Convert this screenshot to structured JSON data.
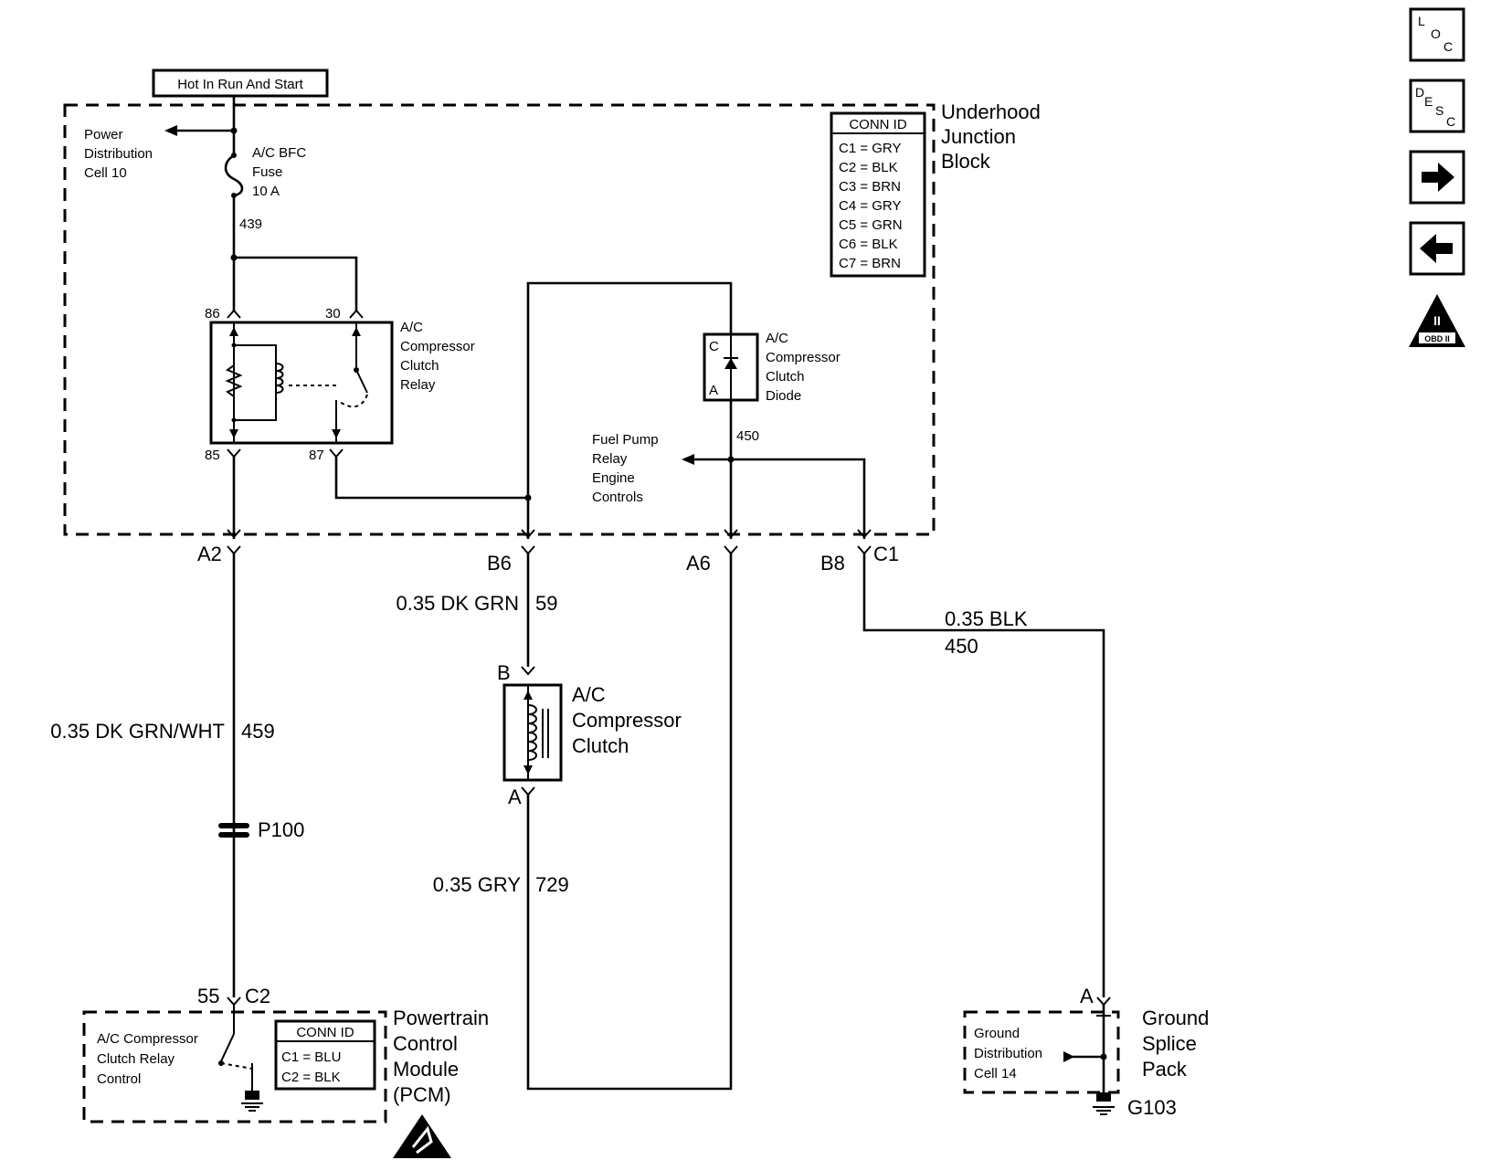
{
  "top_label": "Hot In Run And Start",
  "power_dist": [
    "Power",
    "Distribution",
    "Cell 10"
  ],
  "fuse": [
    "A/C BFC",
    "Fuse",
    "10 A"
  ],
  "circuits": {
    "c439": "439",
    "c450_top": "450"
  },
  "relay": {
    "name": [
      "A/C",
      "Compressor",
      "Clutch",
      "Relay"
    ],
    "pin86": "86",
    "pin30": "30",
    "pin85": "85",
    "pin87": "87"
  },
  "diode": {
    "name": [
      "A/C",
      "Compressor",
      "Clutch",
      "Diode"
    ],
    "pin_c": "C",
    "pin_a": "A"
  },
  "fuel_pump": [
    "Fuel Pump",
    "Relay",
    "Engine",
    "Controls"
  ],
  "ujb": {
    "name": [
      "Underhood",
      "Junction",
      "Block"
    ],
    "conn_title": "CONN ID",
    "conn_rows": [
      "C1 = GRY",
      "C2 = BLK",
      "C3 = BRN",
      "C4 = GRY",
      "C5 = GRN",
      "C6 = BLK",
      "C7 = BRN"
    ]
  },
  "connectors": {
    "a2": "A2",
    "b6": "B6",
    "a6": "A6",
    "b8": "B8",
    "c1": "C1"
  },
  "wires": {
    "w59": [
      "0.35 DK GRN",
      "59"
    ],
    "w459": [
      "0.35 DK GRN/WHT",
      "459"
    ],
    "w729": [
      "0.35 GRY",
      "729"
    ],
    "w450": [
      "0.35 BLK",
      "450"
    ]
  },
  "clutch": {
    "name": [
      "A/C",
      "Compressor",
      "Clutch"
    ],
    "pin_b": "B",
    "pin_a": "A"
  },
  "p100": "P100",
  "pcm": {
    "pin": "55",
    "conn": "C2",
    "control": [
      "A/C Compressor",
      "Clutch Relay",
      "Control"
    ],
    "conn_title": "CONN ID",
    "conn_rows": [
      "C1 = BLU",
      "C2 = BLK"
    ],
    "name": [
      "Powertrain",
      "Control",
      "Module",
      "(PCM)"
    ]
  },
  "ground": {
    "pin": "A",
    "cell": [
      "Ground",
      "Distribution",
      "Cell 14"
    ],
    "name": [
      "Ground",
      "Splice",
      "Pack"
    ],
    "id": "G103"
  },
  "side_nav": {
    "loc": [
      "L",
      "O",
      "C"
    ],
    "desc": [
      "D",
      "E",
      "S",
      "C"
    ],
    "obd": [
      "II",
      "OBD II"
    ]
  }
}
